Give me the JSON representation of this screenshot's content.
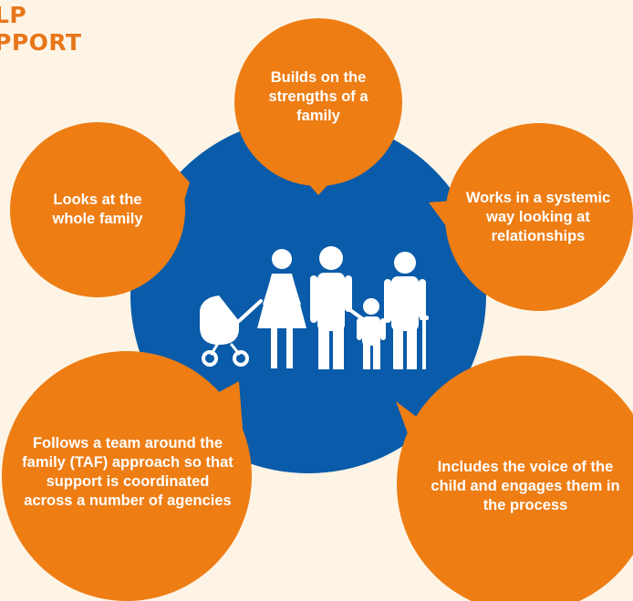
{
  "title": {
    "line1": "LP",
    "line2": "PPORT"
  },
  "colors": {
    "background": "#fdf4e6",
    "accent_orange": "#ee7d14",
    "center_blue": "#0a5ba9",
    "figure_white": "#ffffff"
  },
  "center": {
    "icon": "family-icon"
  },
  "bubbles": {
    "top": "Builds on the strengths of a family",
    "left": "Looks at the whole family",
    "right": "Works in a systemic way looking at relationships",
    "bottom_left": "Follows a team around the family (TAF) approach so that support is coordinated across a number of agencies",
    "bottom_right": "Includes the voice of the child and engages them in the process"
  }
}
